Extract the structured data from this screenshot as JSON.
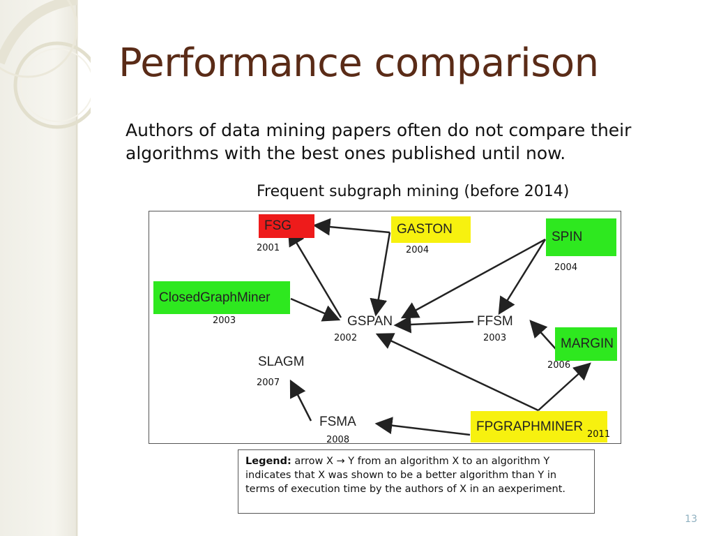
{
  "slide": {
    "title": "Performance comparison",
    "body": "Authors of data mining papers often do not compare their algorithms with the best ones published until now.",
    "page_number": "13"
  },
  "diagram": {
    "title": "Frequent subgraph mining (before 2014)",
    "nodes": {
      "fsg": {
        "label": "FSG",
        "year": "2001",
        "color": "#ee1b1b"
      },
      "gaston": {
        "label": "GASTON",
        "year": "2004",
        "color": "#f7f10f"
      },
      "spin": {
        "label": "SPIN",
        "year": "2004",
        "color": "#2ee81f"
      },
      "closedgraphminer": {
        "label": "ClosedGraphMiner",
        "year": "2003",
        "color": "#2ee81f"
      },
      "gspan": {
        "label": "GSPAN",
        "year": "2002"
      },
      "ffsm": {
        "label": "FFSM",
        "year": "2003"
      },
      "margin": {
        "label": "MARGIN",
        "year": "2006",
        "color": "#2ee81f"
      },
      "slagm": {
        "label": "SLAGM",
        "year": "2007"
      },
      "fsma": {
        "label": "FSMA",
        "year": "2008"
      },
      "fpgraphminer": {
        "label": "FPGRAPHMINER",
        "year": "2011",
        "color": "#f7f10f"
      }
    },
    "edges": [
      {
        "from": "GASTON",
        "to": "FSG"
      },
      {
        "from": "GASTON",
        "to": "GSPAN"
      },
      {
        "from": "GSPAN",
        "to": "FSG"
      },
      {
        "from": "ClosedGraphMiner",
        "to": "GSPAN"
      },
      {
        "from": "SPIN",
        "to": "GSPAN"
      },
      {
        "from": "SPIN",
        "to": "FFSM"
      },
      {
        "from": "FFSM",
        "to": "GSPAN"
      },
      {
        "from": "MARGIN",
        "to": "FFSM"
      },
      {
        "from": "FPGRAPHMINER",
        "to": "GSPAN"
      },
      {
        "from": "FPGRAPHMINER",
        "to": "MARGIN"
      },
      {
        "from": "FPGRAPHMINER",
        "to": "FSMA"
      },
      {
        "from": "FSMA",
        "to": "SLAGM"
      }
    ]
  },
  "legend": {
    "bold": "Legend:",
    "text": " arrow X → Y from an algorithm X to an algorithm Y indicates that X was shown to be a better algorithm than Y in terms of execution time by the authors of X in an aexperiment."
  }
}
